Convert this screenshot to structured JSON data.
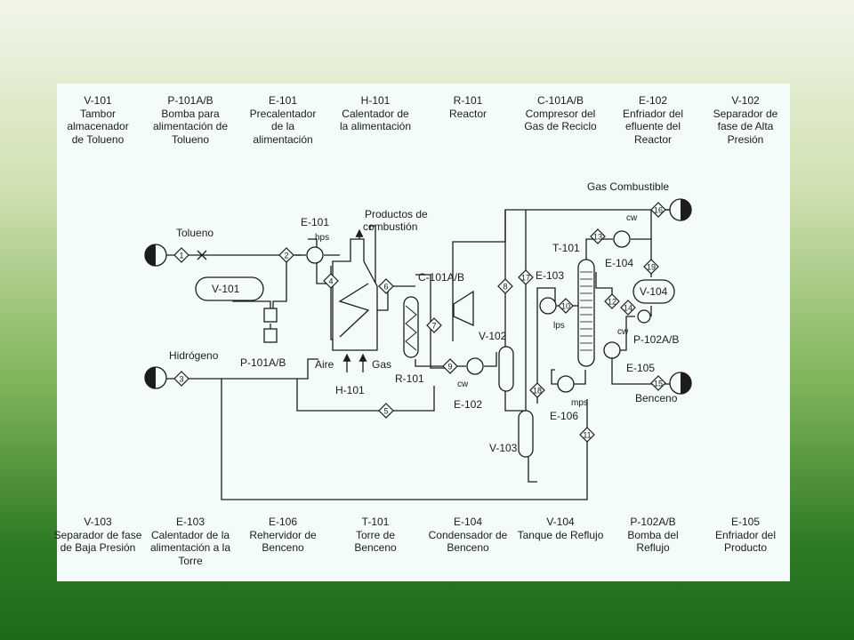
{
  "legend_top": [
    {
      "code": "V-101",
      "desc": "Tambor\nalmacenador\nde Tolueno"
    },
    {
      "code": "P-101A/B",
      "desc": "Bomba para\nalimentación de\nTolueno"
    },
    {
      "code": "E-101",
      "desc": "Precalentador\nde la\nalimentación"
    },
    {
      "code": "H-101",
      "desc": "Calentador de\nla alimentación"
    },
    {
      "code": "R-101",
      "desc": "Reactor"
    },
    {
      "code": "C-101A/B",
      "desc": "Compresor del\nGas de Reciclo"
    },
    {
      "code": "E-102",
      "desc": "Enfriador del\nefluente del\nReactor"
    },
    {
      "code": "V-102",
      "desc": "Separador de\nfase de Alta\nPresión"
    }
  ],
  "legend_bottom": [
    {
      "code": "V-103",
      "desc": "Separador de fase\nde Baja Presión"
    },
    {
      "code": "E-103",
      "desc": "Calentador de la\nalimentación a la\nTorre"
    },
    {
      "code": "E-106",
      "desc": "Rehervidor de\nBenceno"
    },
    {
      "code": "T-101",
      "desc": "Torre de\nBenceno"
    },
    {
      "code": "E-104",
      "desc": "Condensador de\nBenceno"
    },
    {
      "code": "V-104",
      "desc": "Tanque de Reflujo"
    },
    {
      "code": "P-102A/B",
      "desc": "Bomba del\nReflujo"
    },
    {
      "code": "E-105",
      "desc": "Enfriador del\nProducto"
    }
  ],
  "diagram": {
    "feeds": {
      "tolueno": "Tolueno",
      "hidrogeno": "Hidrógeno",
      "gas_combustible": "Gas Combustible",
      "benceno": "Benceno"
    },
    "combustion_products": "Productos de\ncombustión",
    "aire": "Aire",
    "gas": "Gas",
    "equipment": {
      "v101": "V-101",
      "p101": "P-101A/B",
      "e101": "E-101",
      "h101": "H-101",
      "r101": "R-101",
      "c101": "C-101A/B",
      "e102": "E-102",
      "v102": "V-102",
      "v103": "V-103",
      "e103": "E-103",
      "e106": "E-106",
      "t101": "T-101",
      "e104": "E-104",
      "v104": "V-104",
      "p102": "P-102A/B",
      "e105": "E-105"
    },
    "utilities": {
      "hps": "hps",
      "lps": "lps",
      "mps": "mps",
      "cw": "cw"
    },
    "streams": [
      "1",
      "2",
      "3",
      "4",
      "5",
      "6",
      "7",
      "8",
      "9",
      "10",
      "11",
      "12",
      "13",
      "14",
      "15",
      "16",
      "17",
      "18",
      "19"
    ]
  }
}
